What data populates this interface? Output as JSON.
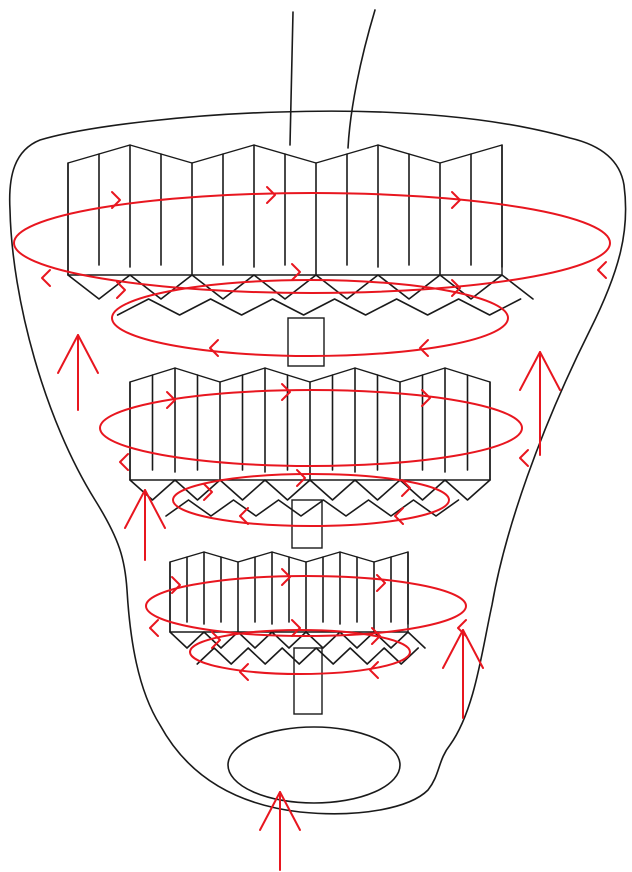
{
  "diagram": {
    "colors": {
      "outline": "#1a1a1a",
      "flow": "#e8161f",
      "background": "#ffffff"
    },
    "tiers": [
      {
        "name": "top-tier"
      },
      {
        "name": "middle-tier"
      },
      {
        "name": "bottom-tier"
      }
    ]
  }
}
